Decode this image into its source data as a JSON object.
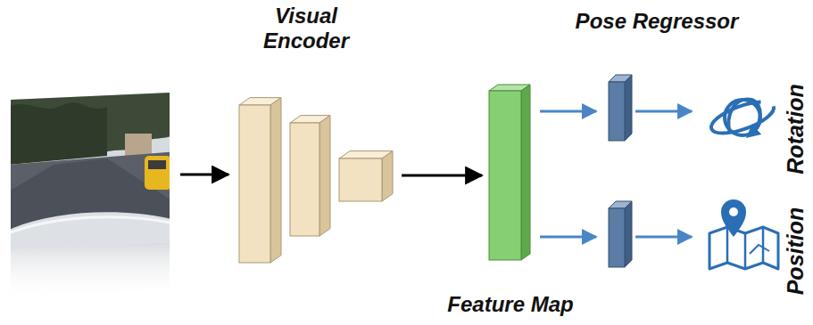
{
  "diagram": {
    "nodes": [
      {
        "text": [
          "Visual Encoder"
        ]
      },
      {
        "text": [
          "Feature Map"
        ]
      }
    ],
    "edges": [
      {
        "from": 0,
        "to": 1,
        "arrow": "to"
      }
    ],
    "labels": [
      "Pose Regressor",
      "Rotation",
      "Position"
    ]
  }
}
